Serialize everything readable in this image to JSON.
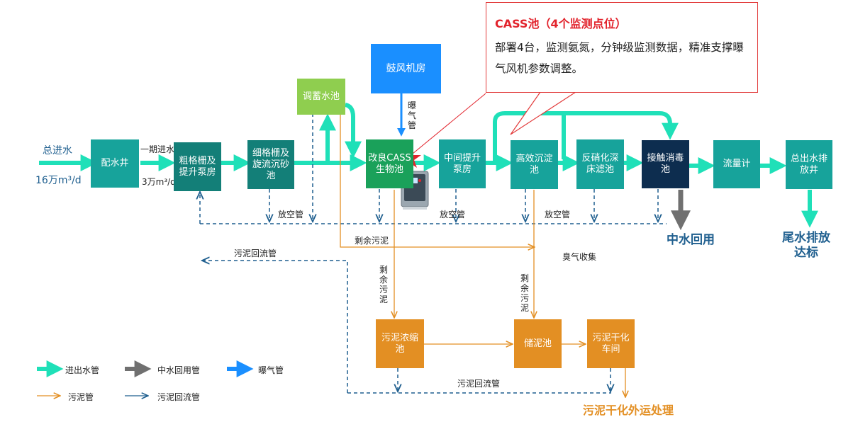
{
  "callout": {
    "title": "CASS池（4个监测点位）",
    "body": "部署4台，监测氨氮，分钟级监测数据，精准支撑曝气风机参数调整。"
  },
  "inflow": {
    "label": "总进水",
    "capacity": "16万m³/d"
  },
  "nodes": {
    "distribution_well": "配水井",
    "coarse_screen": "粗格栅及提升泵房",
    "fine_screen": "细格栅及旋流沉砂池",
    "regulating_tank": "调蓄水池",
    "blower_room": "鼓风机房",
    "cass_tank": "改良CASS生物池",
    "intermediate_pump": "中间提升泵房",
    "high_eff_clarifier": "高效沉淀池",
    "denitrification_filter": "反硝化深床滤池",
    "disinfection_tank": "接触消毒池",
    "flow_meter": "流量计",
    "outfall_well": "总出水排放井",
    "sludge_thickener": "污泥浓缩池",
    "sludge_storage": "储泥池",
    "sludge_drying": "污泥干化车间"
  },
  "labels": {
    "phase1_inflow": "一期进水",
    "phase1_capacity": "3万m³/d",
    "aeration_pipe": "曝气管",
    "drain_pipe_1": "放空管",
    "drain_pipe_2": "放空管",
    "drain_pipe_3": "放空管",
    "excess_sludge_h": "剩余污泥",
    "excess_sludge_v1": "剩余污泥",
    "excess_sludge_v2": "剩余污泥",
    "sludge_return_1": "污泥回流管",
    "sludge_return_2": "污泥回流管",
    "odor_collection": "臭气收集",
    "reclaimed_water": "中水回用",
    "effluent_standard": "尾水排放达标",
    "sludge_disposal": "污泥干化外运处理"
  },
  "legend": {
    "inout_pipe": "进出水管",
    "reclaimed_pipe": "中水回用管",
    "aeration_pipe": "曝气管",
    "sludge_pipe": "污泥管",
    "sludge_return_pipe": "污泥回流管"
  },
  "colors": {
    "water": "#1fe0b8",
    "reclaimed": "#707070",
    "aeration": "#1a8fff",
    "sludge": "#e38f23",
    "return": "#1f5f8f",
    "highlight": "#e2232c"
  }
}
